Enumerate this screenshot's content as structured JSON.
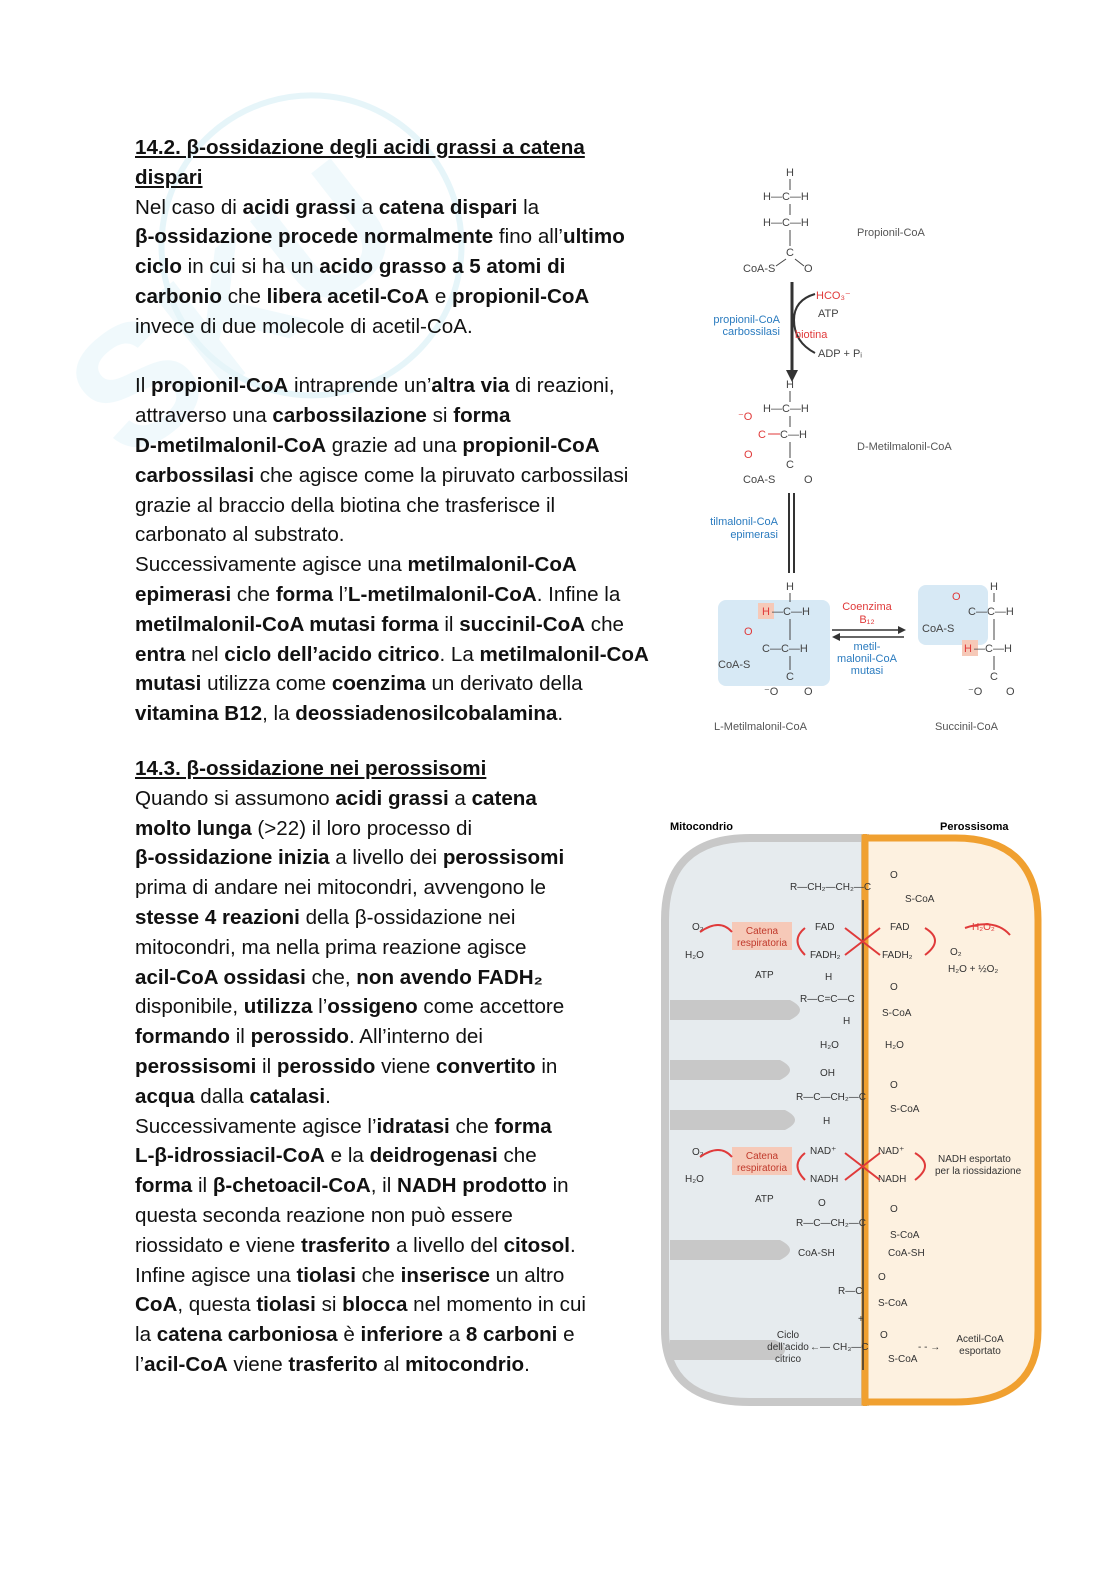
{
  "section1": {
    "heading_line1": "14.2. β-ossidazione degli acidi grassi a catena",
    "heading_line2": "dispari",
    "p1": [
      [
        [
          "Nel caso di ",
          0
        ],
        [
          "acidi grassi",
          1
        ],
        [
          " a ",
          0
        ],
        [
          "catena dispari",
          1
        ],
        [
          " la",
          0
        ]
      ],
      [
        [
          "β-ossidazione procede normalmente",
          1
        ],
        [
          " fino all’",
          0
        ],
        [
          "ultimo",
          1
        ]
      ],
      [
        [
          "ciclo",
          1
        ],
        [
          " in cui si ha un ",
          0
        ],
        [
          "acido grasso a 5 atomi di",
          1
        ]
      ],
      [
        [
          "carbonio",
          1
        ],
        [
          " che ",
          0
        ],
        [
          "libera acetil-CoA",
          1
        ],
        [
          " e ",
          0
        ],
        [
          "propionil-CoA",
          1
        ]
      ],
      [
        [
          "invece di due molecole di acetil-CoA.",
          0
        ]
      ]
    ],
    "p2": [
      [
        [
          "Il ",
          0
        ],
        [
          "propionil-CoA",
          1
        ],
        [
          " intraprende un’",
          0
        ],
        [
          "altra via",
          1
        ],
        [
          " di reazioni,",
          0
        ]
      ],
      [
        [
          "attraverso una ",
          0
        ],
        [
          "carbossilazione",
          1
        ],
        [
          " si ",
          0
        ],
        [
          "forma",
          1
        ]
      ],
      [
        [
          "D-metilmalonil-CoA",
          1
        ],
        [
          " grazie ad una ",
          0
        ],
        [
          "propionil-CoA",
          1
        ]
      ],
      [
        [
          "carbossilasi",
          1
        ],
        [
          " che agisce come la piruvato carbossilasi",
          0
        ]
      ],
      [
        [
          "grazie al braccio della biotina che trasferisce il",
          0
        ]
      ],
      [
        [
          "carbonato al substrato.",
          0
        ]
      ],
      [
        [
          "Successivamente agisce una ",
          0
        ],
        [
          "metilmalonil-CoA",
          1
        ]
      ],
      [
        [
          "epimerasi",
          1
        ],
        [
          " che ",
          0
        ],
        [
          "forma",
          1
        ],
        [
          " l’",
          0
        ],
        [
          "L-metilmalonil-CoA",
          1
        ],
        [
          ". Infine la",
          0
        ]
      ],
      [
        [
          "metilmalonil-CoA mutasi forma",
          1
        ],
        [
          " il ",
          0
        ],
        [
          "succinil-CoA",
          1
        ],
        [
          " che",
          0
        ]
      ],
      [
        [
          "entra",
          1
        ],
        [
          " nel ",
          0
        ],
        [
          "ciclo dell’acido citrico",
          1
        ],
        [
          ". La ",
          0
        ],
        [
          "metilmalonil-CoA",
          1
        ]
      ],
      [
        [
          "mutasi",
          1
        ],
        [
          " utilizza come ",
          0
        ],
        [
          "coenzima",
          1
        ],
        [
          " un derivato della",
          0
        ]
      ],
      [
        [
          "vitamina B12",
          1
        ],
        [
          ", la ",
          0
        ],
        [
          "deossiadenosilcobalamina",
          1
        ],
        [
          ".",
          0
        ]
      ]
    ]
  },
  "section2": {
    "heading": "14.3. β-ossidazione nei perossisomi",
    "p1": [
      [
        [
          "Quando si assumono ",
          0
        ],
        [
          "acidi grassi",
          1
        ],
        [
          " a ",
          0
        ],
        [
          "catena",
          1
        ]
      ],
      [
        [
          "molto lunga",
          1
        ],
        [
          " (>22) il loro processo di",
          0
        ]
      ],
      [
        [
          "β-ossidazione inizia",
          1
        ],
        [
          " a livello dei ",
          0
        ],
        [
          "perossisomi",
          1
        ]
      ],
      [
        [
          "prima di andare nei mitocondri, avvengono le",
          0
        ]
      ],
      [
        [
          "stesse 4 reazioni",
          1
        ],
        [
          " della β-ossidazione nei",
          0
        ]
      ],
      [
        [
          "mitocondri, ma nella prima reazione agisce",
          0
        ]
      ],
      [
        [
          "acil-CoA ossidasi",
          1
        ],
        [
          " che, ",
          0
        ],
        [
          "non avendo FADH₂",
          1
        ]
      ],
      [
        [
          "disponibile, ",
          0
        ],
        [
          "utilizza",
          1
        ],
        [
          " l’",
          0
        ],
        [
          "ossigeno",
          1
        ],
        [
          " come accettore",
          0
        ]
      ],
      [
        [
          "formando",
          1
        ],
        [
          " il ",
          0
        ],
        [
          "perossido",
          1
        ],
        [
          ". All’interno dei",
          0
        ]
      ],
      [
        [
          "perossisomi",
          1
        ],
        [
          " il ",
          0
        ],
        [
          "perossido",
          1
        ],
        [
          " viene ",
          0
        ],
        [
          "convertito",
          1
        ],
        [
          " in",
          0
        ]
      ],
      [
        [
          "acqua",
          1
        ],
        [
          " dalla ",
          0
        ],
        [
          "catalasi",
          1
        ],
        [
          ".",
          0
        ]
      ],
      [
        [
          "Successivamente agisce l’",
          0
        ],
        [
          "idratasi",
          1
        ],
        [
          " che ",
          0
        ],
        [
          "forma",
          1
        ]
      ],
      [
        [
          "L-β-idrossiacil-CoA",
          1
        ],
        [
          " e la ",
          0
        ],
        [
          "deidrogenasi",
          1
        ],
        [
          " che",
          0
        ]
      ],
      [
        [
          "forma",
          1
        ],
        [
          " il ",
          0
        ],
        [
          "β-chetoacil-CoA",
          1
        ],
        [
          ", il ",
          0
        ],
        [
          "NADH prodotto",
          1
        ],
        [
          " in",
          0
        ]
      ],
      [
        [
          "questa seconda reazione non può essere",
          0
        ]
      ],
      [
        [
          "riossidato e viene ",
          0
        ],
        [
          "trasferito",
          1
        ],
        [
          " a livello del ",
          0
        ],
        [
          "citosol",
          1
        ],
        [
          ".",
          0
        ]
      ],
      [
        [
          "Infine agisce una ",
          0
        ],
        [
          "tiolasi",
          1
        ],
        [
          " che ",
          0
        ],
        [
          "inserisce",
          1
        ],
        [
          " un altro",
          0
        ]
      ],
      [
        [
          "CoA",
          1
        ],
        [
          ", questa ",
          0
        ],
        [
          "tiolasi",
          1
        ],
        [
          " si ",
          0
        ],
        [
          "blocca",
          1
        ],
        [
          " nel momento in cui",
          0
        ]
      ],
      [
        [
          "la ",
          0
        ],
        [
          "catena carboniosa",
          1
        ],
        [
          " è ",
          0
        ],
        [
          "inferiore",
          1
        ],
        [
          " a ",
          0
        ],
        [
          "8 carboni",
          1
        ],
        [
          " e",
          0
        ]
      ],
      [
        [
          "l’",
          0
        ],
        [
          "acil-CoA",
          1
        ],
        [
          " viene ",
          0
        ],
        [
          "trasferito",
          1
        ],
        [
          " al ",
          0
        ],
        [
          "mitocondrio",
          1
        ],
        [
          ".",
          0
        ]
      ]
    ]
  },
  "figure1": {
    "propionyl": "Propionil-CoA",
    "hco3": "HCO₃⁻",
    "atp": "ATP",
    "enzyme1": [
      "propionil-CoA",
      "carbossilasi"
    ],
    "biotina": "biotina",
    "adp": "ADP + Pᵢ",
    "d_methyl": "D-Metilmalonil-CoA",
    "enzyme2": [
      "tilmalonil-CoA",
      "epimerasi"
    ],
    "coenzima": [
      "Coenzima",
      "B₁₂"
    ],
    "enzyme3": [
      "metil-",
      "malonil-CoA",
      "mutasi"
    ],
    "l_methyl": "L-Metilmalonil-CoA",
    "succinyl": "Succinil-CoA",
    "coas": "CoA-S"
  },
  "figure2": {
    "mito": "Mitocondrio",
    "perox": "Perossisoma",
    "catena": [
      "Catena",
      "respiratoria"
    ],
    "atp": "ATP",
    "o2": "O₂",
    "h2o": "H₂O",
    "fad": "FAD",
    "fadh2": "FADH₂",
    "h2o2": "H₂O₂",
    "h2o_half": "H₂O + ½O₂",
    "nad": "NAD⁺",
    "nadh": "NADH",
    "nadh_export": [
      "NADH esportato",
      "per la riossidazione"
    ],
    "coash": "CoA-SH",
    "ciclo": [
      "Ciclo",
      "dell’acido",
      "citrico"
    ],
    "acetil": [
      "Acetil-CoA",
      "esportato"
    ],
    "scoa": "S-CoA"
  },
  "colors": {
    "red": "#e03a3a",
    "blue": "#2a7bbf",
    "orange": "#f0a030",
    "grey": "#bfbfbf"
  }
}
